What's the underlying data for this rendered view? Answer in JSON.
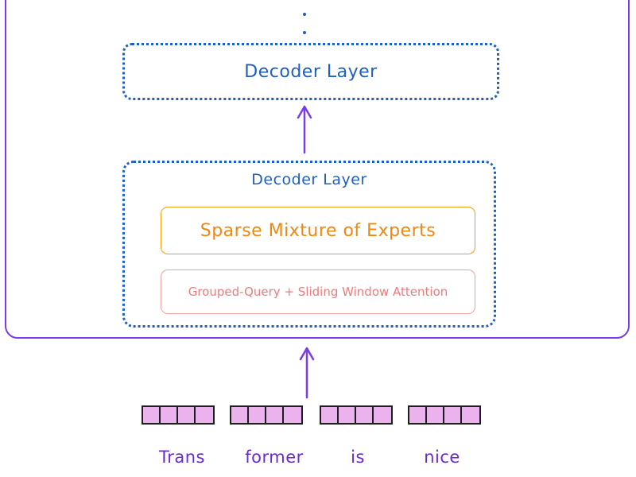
{
  "colors": {
    "outer": "#7c3aed",
    "decoder": "#1f5fbf",
    "moe": "#f0870e",
    "attention": "#f07b7b",
    "token_fill": "#ebb3ee",
    "word": "#6d28d9"
  },
  "decoder_top": {
    "label": "Decoder Layer"
  },
  "decoder_bottom": {
    "label": "Decoder Layer",
    "moe_label": "Sparse Mixture of Experts",
    "attention_label": "Grouped-Query + Sliding Window Attention"
  },
  "tokens": [
    {
      "word": "Trans"
    },
    {
      "word": "former"
    },
    {
      "word": "is"
    },
    {
      "word": "nice"
    }
  ]
}
